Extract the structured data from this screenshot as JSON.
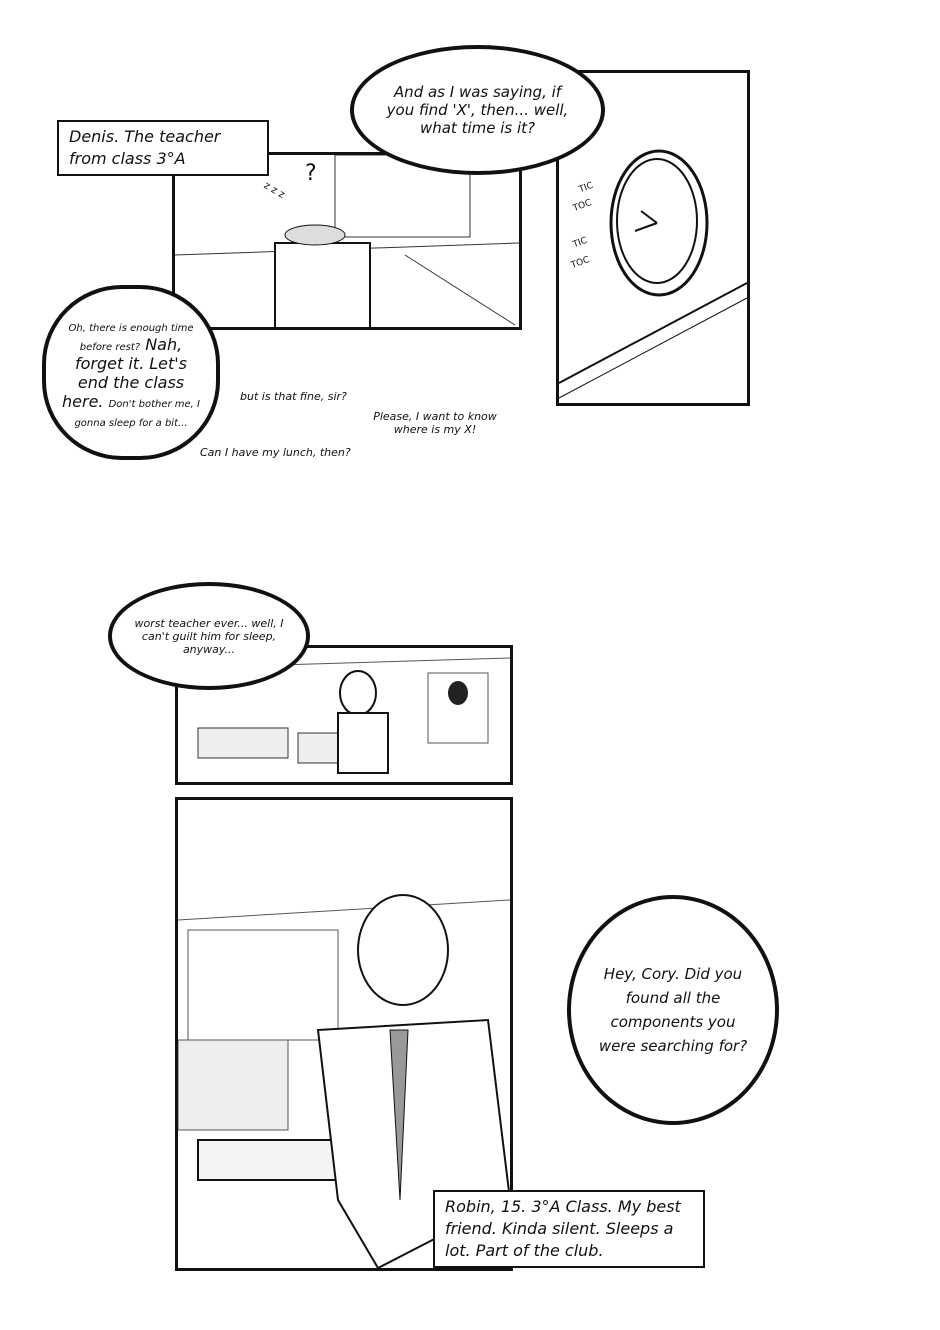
{
  "captions": {
    "denis": "Denis. The teacher from class 3°A",
    "robin": "Robin, 15. 3°A Class. My best friend. Kinda silent. Sleeps a lot. Part of the club."
  },
  "bubbles": {
    "teacher_question": "And as I was saying, if you find 'X', then... well, what time is it?",
    "teacher_rest_small": "Oh, there is enough time before rest?",
    "teacher_rest_big": "Nah, forget it. Let's end the class here.",
    "teacher_rest_end": "Don't bother me, I gonna sleep for a bit...",
    "worst_teacher": "worst teacher ever... well, I can't guilt him for sleep, anyway...",
    "hey_cory": "Hey, Cory. Did you found all the components you were searching for?"
  },
  "background_text": {
    "fine_sir": "but is that fine, sir?",
    "where_x": "Please, I want to know where is my X!",
    "lunch": "Can I have my lunch, then?"
  },
  "sfx": {
    "zzz": "z z z",
    "question": "?",
    "tic1": "TIC",
    "toc1": "TOC",
    "tic2": "TIC",
    "toc2": "TOC"
  }
}
